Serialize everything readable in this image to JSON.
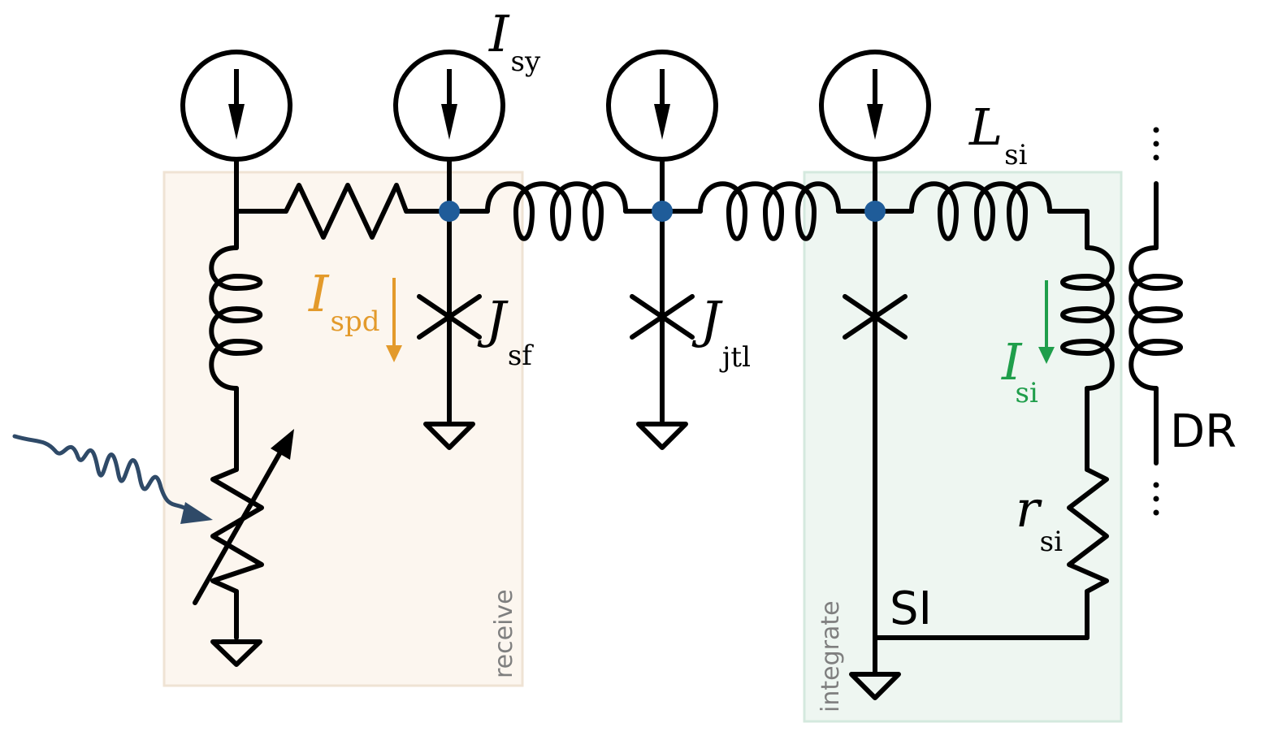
{
  "colors": {
    "wire": "#000000",
    "node": "#1f5c99",
    "spd": "#e39a2b",
    "si": "#1f9e4b",
    "photon": "#2f4a68",
    "receive_fill": "#fcf6ef",
    "receive_stroke": "#efe3d4",
    "integrate_fill": "#eef6f1",
    "integrate_stroke": "#d4e9de",
    "region_text": "#7f7f7f"
  },
  "labels": {
    "I_sy": {
      "main": "I",
      "sub": "sy"
    },
    "L_si": {
      "main": "L",
      "sub": "si"
    },
    "I_spd": {
      "main": "I",
      "sub": "spd"
    },
    "J_sf": {
      "main": "J",
      "sub": "sf"
    },
    "J_jtl": {
      "main": "J",
      "sub": "jtl"
    },
    "I_si": {
      "main": "I",
      "sub": "si"
    },
    "r_si": {
      "main": "r",
      "sub": "si"
    },
    "DR": "DR",
    "SI": "SI"
  },
  "regions": {
    "receive": "receive",
    "integrate": "integrate"
  }
}
